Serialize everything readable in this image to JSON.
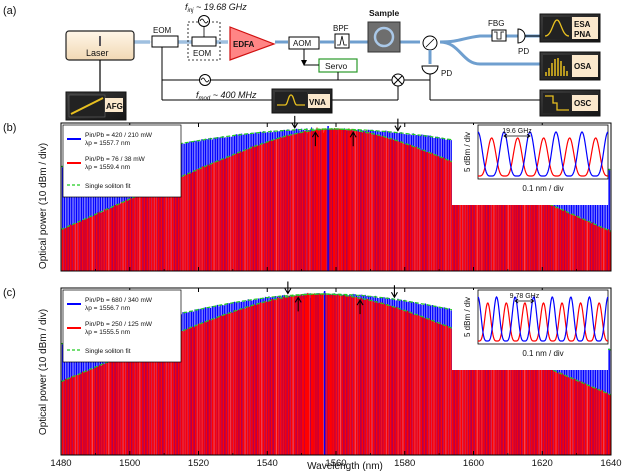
{
  "panel_labels": {
    "a": "(a)",
    "b": "(b)",
    "c": "(c)"
  },
  "setup": {
    "laser": "Laser",
    "afg": "AFG",
    "eom1": "EOM",
    "eom2": "EOM",
    "finj": "f",
    "finj_sub": "inj",
    "finj_val": " ~ 19.68 GHz",
    "fmod": "f",
    "fmod_sub": "mod",
    "fmod_val": " ~ 400 MHz",
    "edfa": "EDFA",
    "aom": "AOM",
    "bpf": "BPF",
    "sample": "Sample",
    "servo": "Servo",
    "pd1": "PD",
    "pd2": "PD",
    "fbg": "FBG",
    "esa": "ESA",
    "pna": "PNA",
    "osa": "OSA",
    "vna": "VNA",
    "osc": "OSC"
  },
  "chart_data": [
    {
      "type": "area",
      "panel": "(b)",
      "ylabel": "Optical power (10 dBm / div)",
      "xlim": [
        1480,
        1640
      ],
      "series": [
        {
          "name": "Pin/Pb = 420 / 210 mW",
          "subtitle": "λp = 1557.7 nm",
          "color": "#0000ff",
          "center_nm": 1557.7,
          "fwhm_nm": 70
        },
        {
          "name": "Pin/Pb = 76 / 38 mW",
          "subtitle": "λp = 1559.4 nm",
          "color": "#ff0000",
          "center_nm": 1559.4,
          "fwhm_nm": 34
        },
        {
          "name": "Single soliton fit",
          "color": "#22cc22",
          "style": "dashed"
        }
      ],
      "arrows_down_nm": [
        1548,
        1578
      ],
      "arrows_up_nm": [
        1554,
        1565
      ],
      "inset": {
        "ylabel": "5 dBm / div",
        "xlabel": "0.1 nm / div",
        "annotation": "19.6 GHz"
      }
    },
    {
      "type": "area",
      "panel": "(c)",
      "ylabel": "Optical power (10 dBm / div)",
      "xlabel": "Wavelength (nm)",
      "xlim": [
        1480,
        1640
      ],
      "xticks": [
        1480,
        1500,
        1520,
        1540,
        1560,
        1580,
        1600,
        1620,
        1640
      ],
      "series": [
        {
          "name": "Pin/Pb = 680 / 340 mW",
          "subtitle": "λp = 1556.7 nm",
          "color": "#0000ff",
          "center_nm": 1556.7,
          "fwhm_nm": 62
        },
        {
          "name": "Pin/Pb = 250 / 125 mW",
          "subtitle": "λp = 1555.5 nm",
          "color": "#ff0000",
          "center_nm": 1555.5,
          "fwhm_nm": 40
        },
        {
          "name": "Single soliton fit",
          "color": "#22cc22",
          "style": "dashed"
        }
      ],
      "arrows_down_nm": [
        1546,
        1577
      ],
      "arrows_up_nm": [
        1549,
        1567
      ],
      "inset": {
        "ylabel": "5 dBm / div",
        "xlabel": "0.1 nm / div",
        "annotation": "9.78 GHz"
      }
    }
  ]
}
